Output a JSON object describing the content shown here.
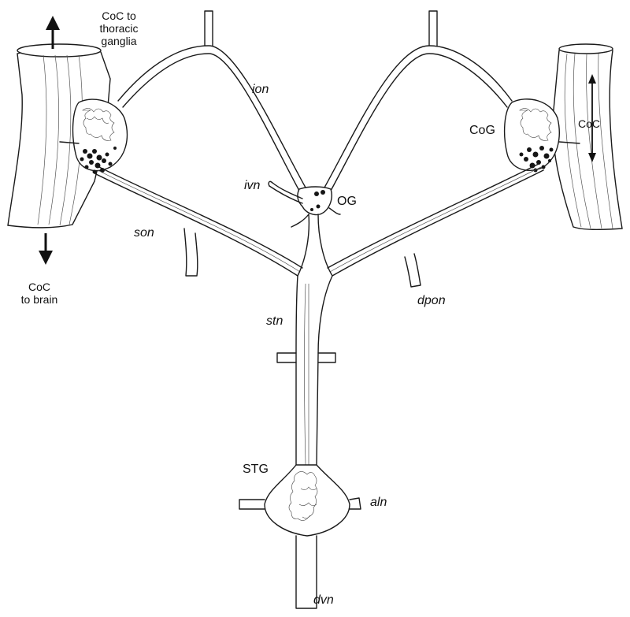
{
  "labels": {
    "coc_thoracic": "CoC to\nthoracic\nganglia",
    "coc_brain": "CoC\nto brain",
    "coc_right": "CoC",
    "cog": "CoG",
    "og": "OG",
    "stg": "STG",
    "ion": "ion",
    "ivn": "ivn",
    "son": "son",
    "dpon": "dpon",
    "stn": "stn",
    "aln": "aln",
    "dvn": "dvn"
  },
  "colors": {
    "line": "#1a1a1a",
    "cells": "#151515",
    "background": "#ffffff"
  }
}
